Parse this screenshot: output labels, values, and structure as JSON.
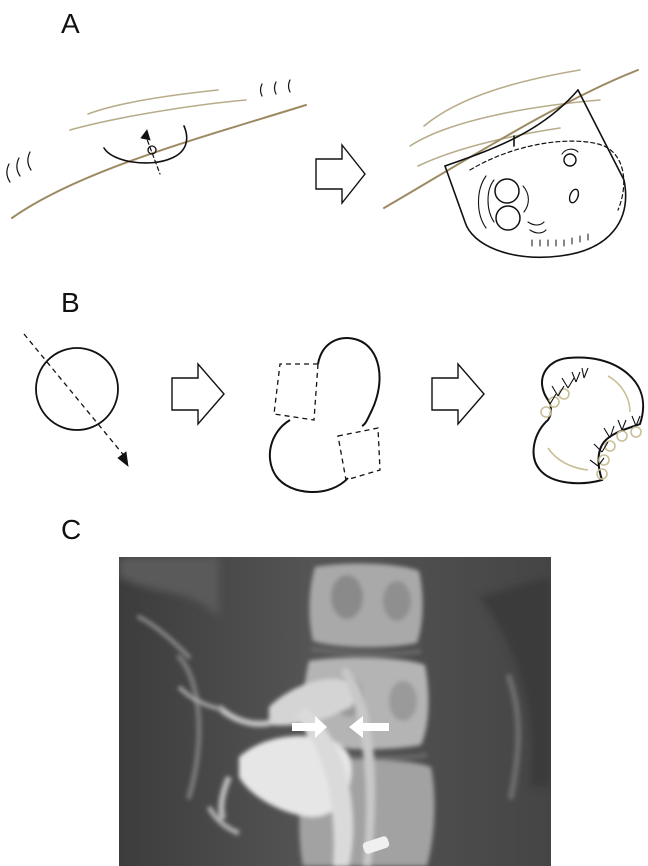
{
  "panels": {
    "a": {
      "label": "A"
    },
    "b": {
      "label": "B"
    },
    "c": {
      "label": "C"
    }
  },
  "colors": {
    "skin_line": "#9e8a62",
    "ink": "#111111",
    "suture_ring": "#c9c098",
    "xray_background": "#4a4a4a",
    "xray_bone": "#cfcfcf",
    "arrow_marker": "#ffffff"
  },
  "icons": {
    "step_arrow": "hollow-right-arrow-icon",
    "marker_arrow": "white-arrow-icon"
  }
}
